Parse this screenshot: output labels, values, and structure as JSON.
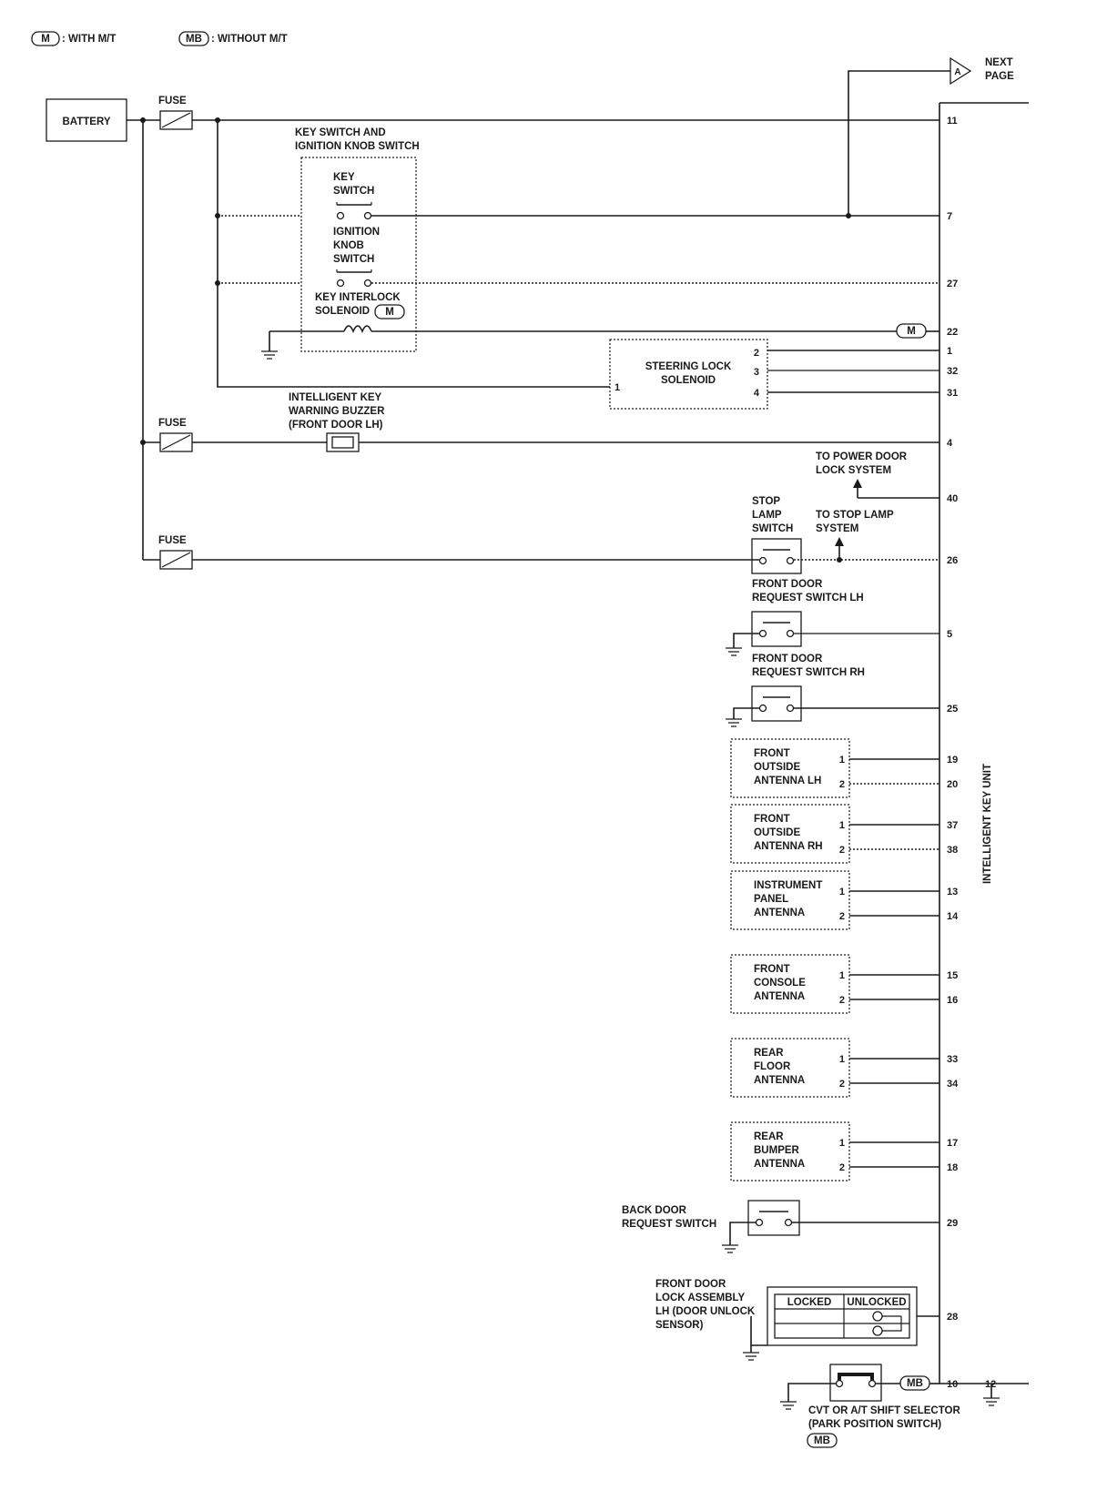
{
  "legend": {
    "m_tag": "M",
    "m_text": ": WITH M/T",
    "mb_tag": "MB",
    "mb_text": ": WITHOUT M/T"
  },
  "next_page": {
    "connector": "A",
    "line1": "NEXT",
    "line2": "PAGE"
  },
  "battery": "BATTERY",
  "fuse": "FUSE",
  "key_switch_group": {
    "line1": "KEY SWITCH AND",
    "line2": "IGNITION KNOB SWITCH"
  },
  "key_switch": {
    "line1": "KEY",
    "line2": "SWITCH"
  },
  "ignition_knob_switch": {
    "line1": "IGNITION",
    "line2": "KNOB",
    "line3": "SWITCH"
  },
  "key_interlock": {
    "line1": "KEY INTERLOCK",
    "line2": "SOLENOID",
    "tag": "M"
  },
  "steering_lock": {
    "line1": "STEERING LOCK",
    "line2": "SOLENOID",
    "pins": [
      "2",
      "3",
      "4",
      "1"
    ]
  },
  "buzzer": {
    "line1": "INTELLIGENT KEY",
    "line2": "WARNING BUZZER",
    "line3": "(FRONT DOOR LH)"
  },
  "to_power_door": {
    "line1": "TO POWER DOOR",
    "line2": "LOCK SYSTEM"
  },
  "to_stop_lamp": {
    "line1": "TO STOP LAMP",
    "line2": "SYSTEM"
  },
  "stop_lamp_switch": {
    "line1": "STOP",
    "line2": "LAMP",
    "line3": "SWITCH"
  },
  "front_door_req_lh": {
    "line1": "FRONT DOOR",
    "line2": "REQUEST SWITCH LH"
  },
  "front_door_req_rh": {
    "line1": "FRONT DOOR",
    "line2": "REQUEST SWITCH RH"
  },
  "antennas": [
    {
      "lines": [
        "FRONT",
        "OUTSIDE",
        "ANTENNA LH"
      ],
      "pin1": "1",
      "pin2": "2",
      "unit1": "19",
      "unit2": "20"
    },
    {
      "lines": [
        "FRONT",
        "OUTSIDE",
        "ANTENNA RH"
      ],
      "pin1": "1",
      "pin2": "2",
      "unit1": "37",
      "unit2": "38"
    },
    {
      "lines": [
        "INSTRUMENT",
        "PANEL",
        "ANTENNA"
      ],
      "pin1": "1",
      "pin2": "2",
      "unit1": "13",
      "unit2": "14"
    },
    {
      "lines": [
        "FRONT",
        "CONSOLE",
        "ANTENNA"
      ],
      "pin1": "1",
      "pin2": "2",
      "unit1": "15",
      "unit2": "16"
    },
    {
      "lines": [
        "REAR",
        "FLOOR",
        "ANTENNA"
      ],
      "pin1": "1",
      "pin2": "2",
      "unit1": "33",
      "unit2": "34"
    },
    {
      "lines": [
        "REAR",
        "BUMPER",
        "ANTENNA"
      ],
      "pin1": "1",
      "pin2": "2",
      "unit1": "17",
      "unit2": "18"
    }
  ],
  "back_door_req": {
    "line1": "BACK DOOR",
    "line2": "REQUEST SWITCH"
  },
  "door_lock_assy": {
    "line1": "FRONT DOOR",
    "line2": "LOCK ASSEMBLY",
    "line3": "LH (DOOR UNLOCK",
    "line4": "SENSOR)",
    "col1": "LOCKED",
    "col2": "UNLOCKED"
  },
  "cvt_selector": {
    "line1": "CVT OR A/T SHIFT SELECTOR",
    "line2": "(PARK POSITION SWITCH)",
    "tag": "MB",
    "line_tag": "MB"
  },
  "unit_label": "INTELLIGENT KEY UNIT",
  "unit_pins": {
    "p11": "11",
    "p7": "7",
    "p27": "27",
    "p22": "22",
    "p1": "1",
    "p32": "32",
    "p31": "31",
    "p4": "4",
    "p40": "40",
    "p26": "26",
    "p5": "5",
    "p25": "25",
    "p29": "29",
    "p28": "28",
    "p10": "10",
    "p12": "12"
  }
}
